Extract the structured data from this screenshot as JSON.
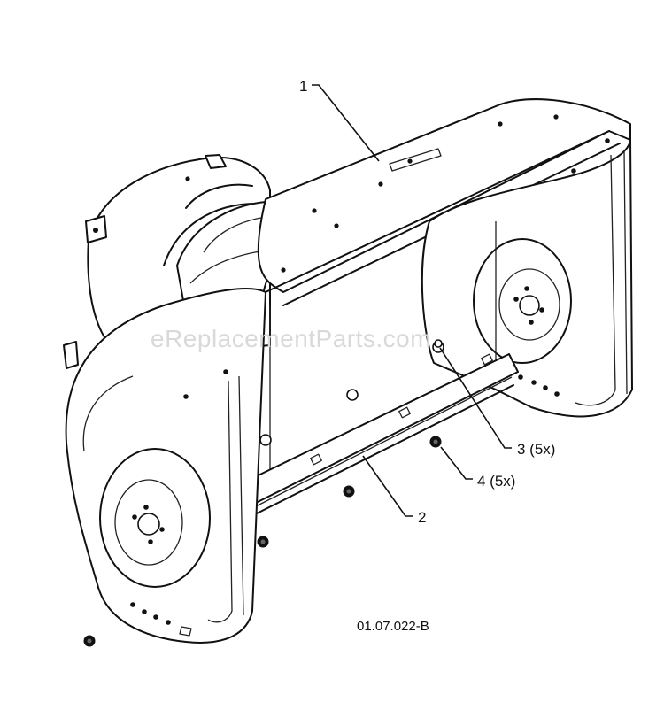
{
  "watermark": "eReplacementParts.com",
  "figure_id": "01.07.022-B",
  "callouts": [
    {
      "label": "1"
    },
    {
      "label": "2"
    },
    {
      "label": "3 (5x)"
    },
    {
      "label": "4 (5x)"
    }
  ]
}
